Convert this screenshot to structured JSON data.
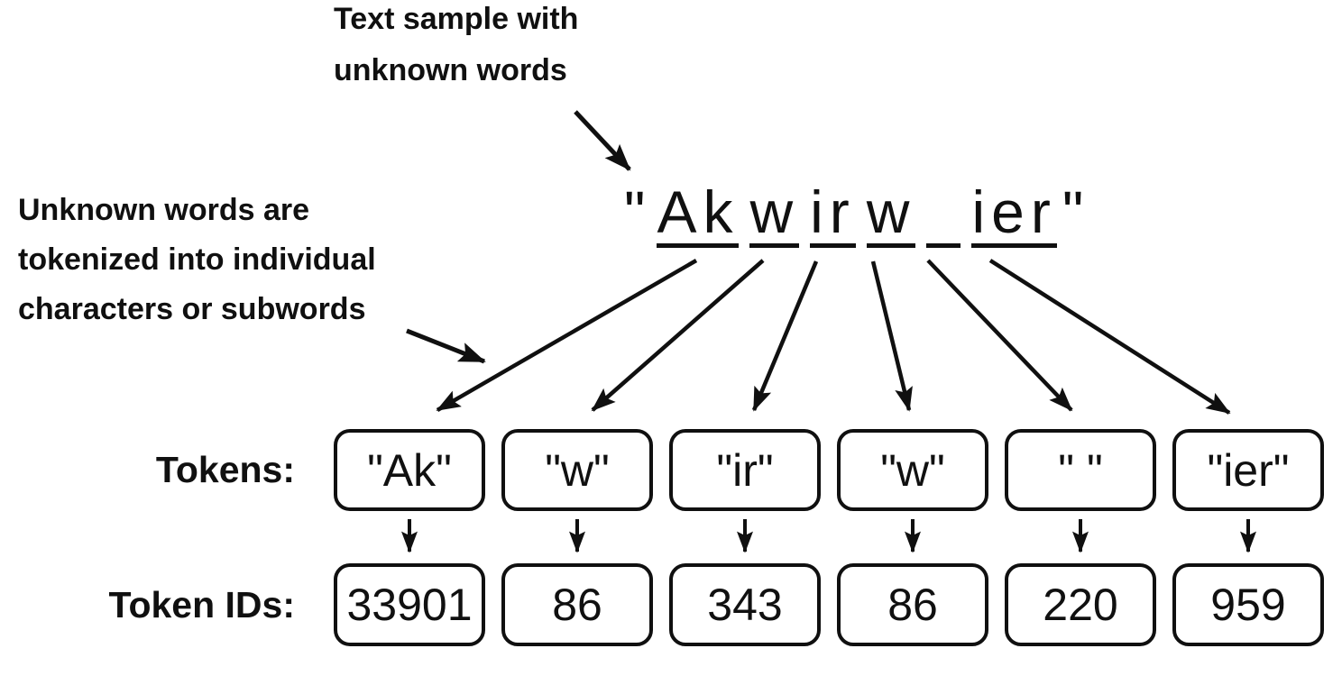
{
  "colors": {
    "ink": "#101010",
    "background": "#ffffff"
  },
  "annotations": {
    "top": {
      "line1": "Text sample with",
      "line2": "unknown words"
    },
    "left": {
      "line1": "Unknown words are",
      "line2": "tokenized into individual",
      "line3": "characters or subwords"
    }
  },
  "sample": {
    "open_quote": "\"",
    "close_quote": "\"",
    "segments": [
      {
        "text": "Ak"
      },
      {
        "text": "w"
      },
      {
        "text": "ir"
      },
      {
        "text": "w"
      },
      {
        "text": " "
      },
      {
        "text": "ier"
      }
    ]
  },
  "rows": {
    "tokens_label": "Tokens:",
    "token_ids_label": "Token IDs:",
    "tokens": [
      "\"Ak\"",
      "\"w\"",
      "\"ir\"",
      "\"w\"",
      "\" \"",
      "\"ier\""
    ],
    "token_ids": [
      "33901",
      "86",
      "343",
      "86",
      "220",
      "959"
    ]
  }
}
